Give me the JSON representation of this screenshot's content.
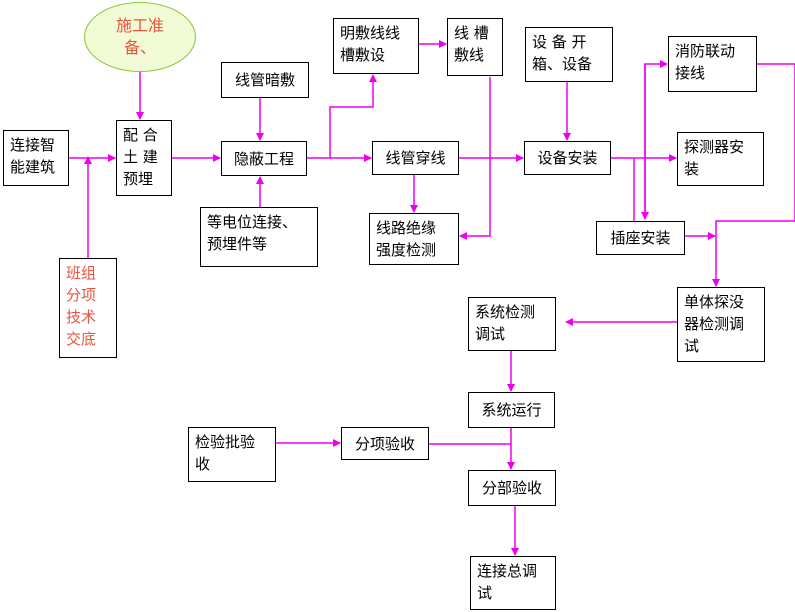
{
  "colors": {
    "arrow": "#ee00ee",
    "box_border": "#000000",
    "highlight_text": "#e8553e",
    "ellipse_fill": "#f1fbd5",
    "ellipse_border": "#8dc63f"
  },
  "nodes": {
    "prep": "施工准\n备、",
    "smart": "连接智\n能建筑",
    "civil": "配 合\n土 建\n预埋",
    "team": "班组\n分项\n技术\n交底",
    "conduit_dark": "线管暗敷",
    "concealed": "隐蔽工程",
    "bonding": "等电位连接、\n预埋件等",
    "surface": "明敷线线\n槽敷设",
    "trough": "线 槽\n敷线",
    "pulling": "线管穿线",
    "insulation": "线路绝缘\n强度检测",
    "unpack": "设 备 开\n箱、设备",
    "equip_install": "设备安装",
    "fire_link": "消防联动\n接线",
    "detector": "探测器安\n装",
    "socket": "插座安装",
    "single_test": "单体探没\n器检测调\n试",
    "sys_test": "系统检测\n调试",
    "sys_run": "系统运行",
    "batch": "检验批验\n收",
    "sub_item": "分项验收",
    "division": "分部验收",
    "final": "连接总调\n试"
  }
}
